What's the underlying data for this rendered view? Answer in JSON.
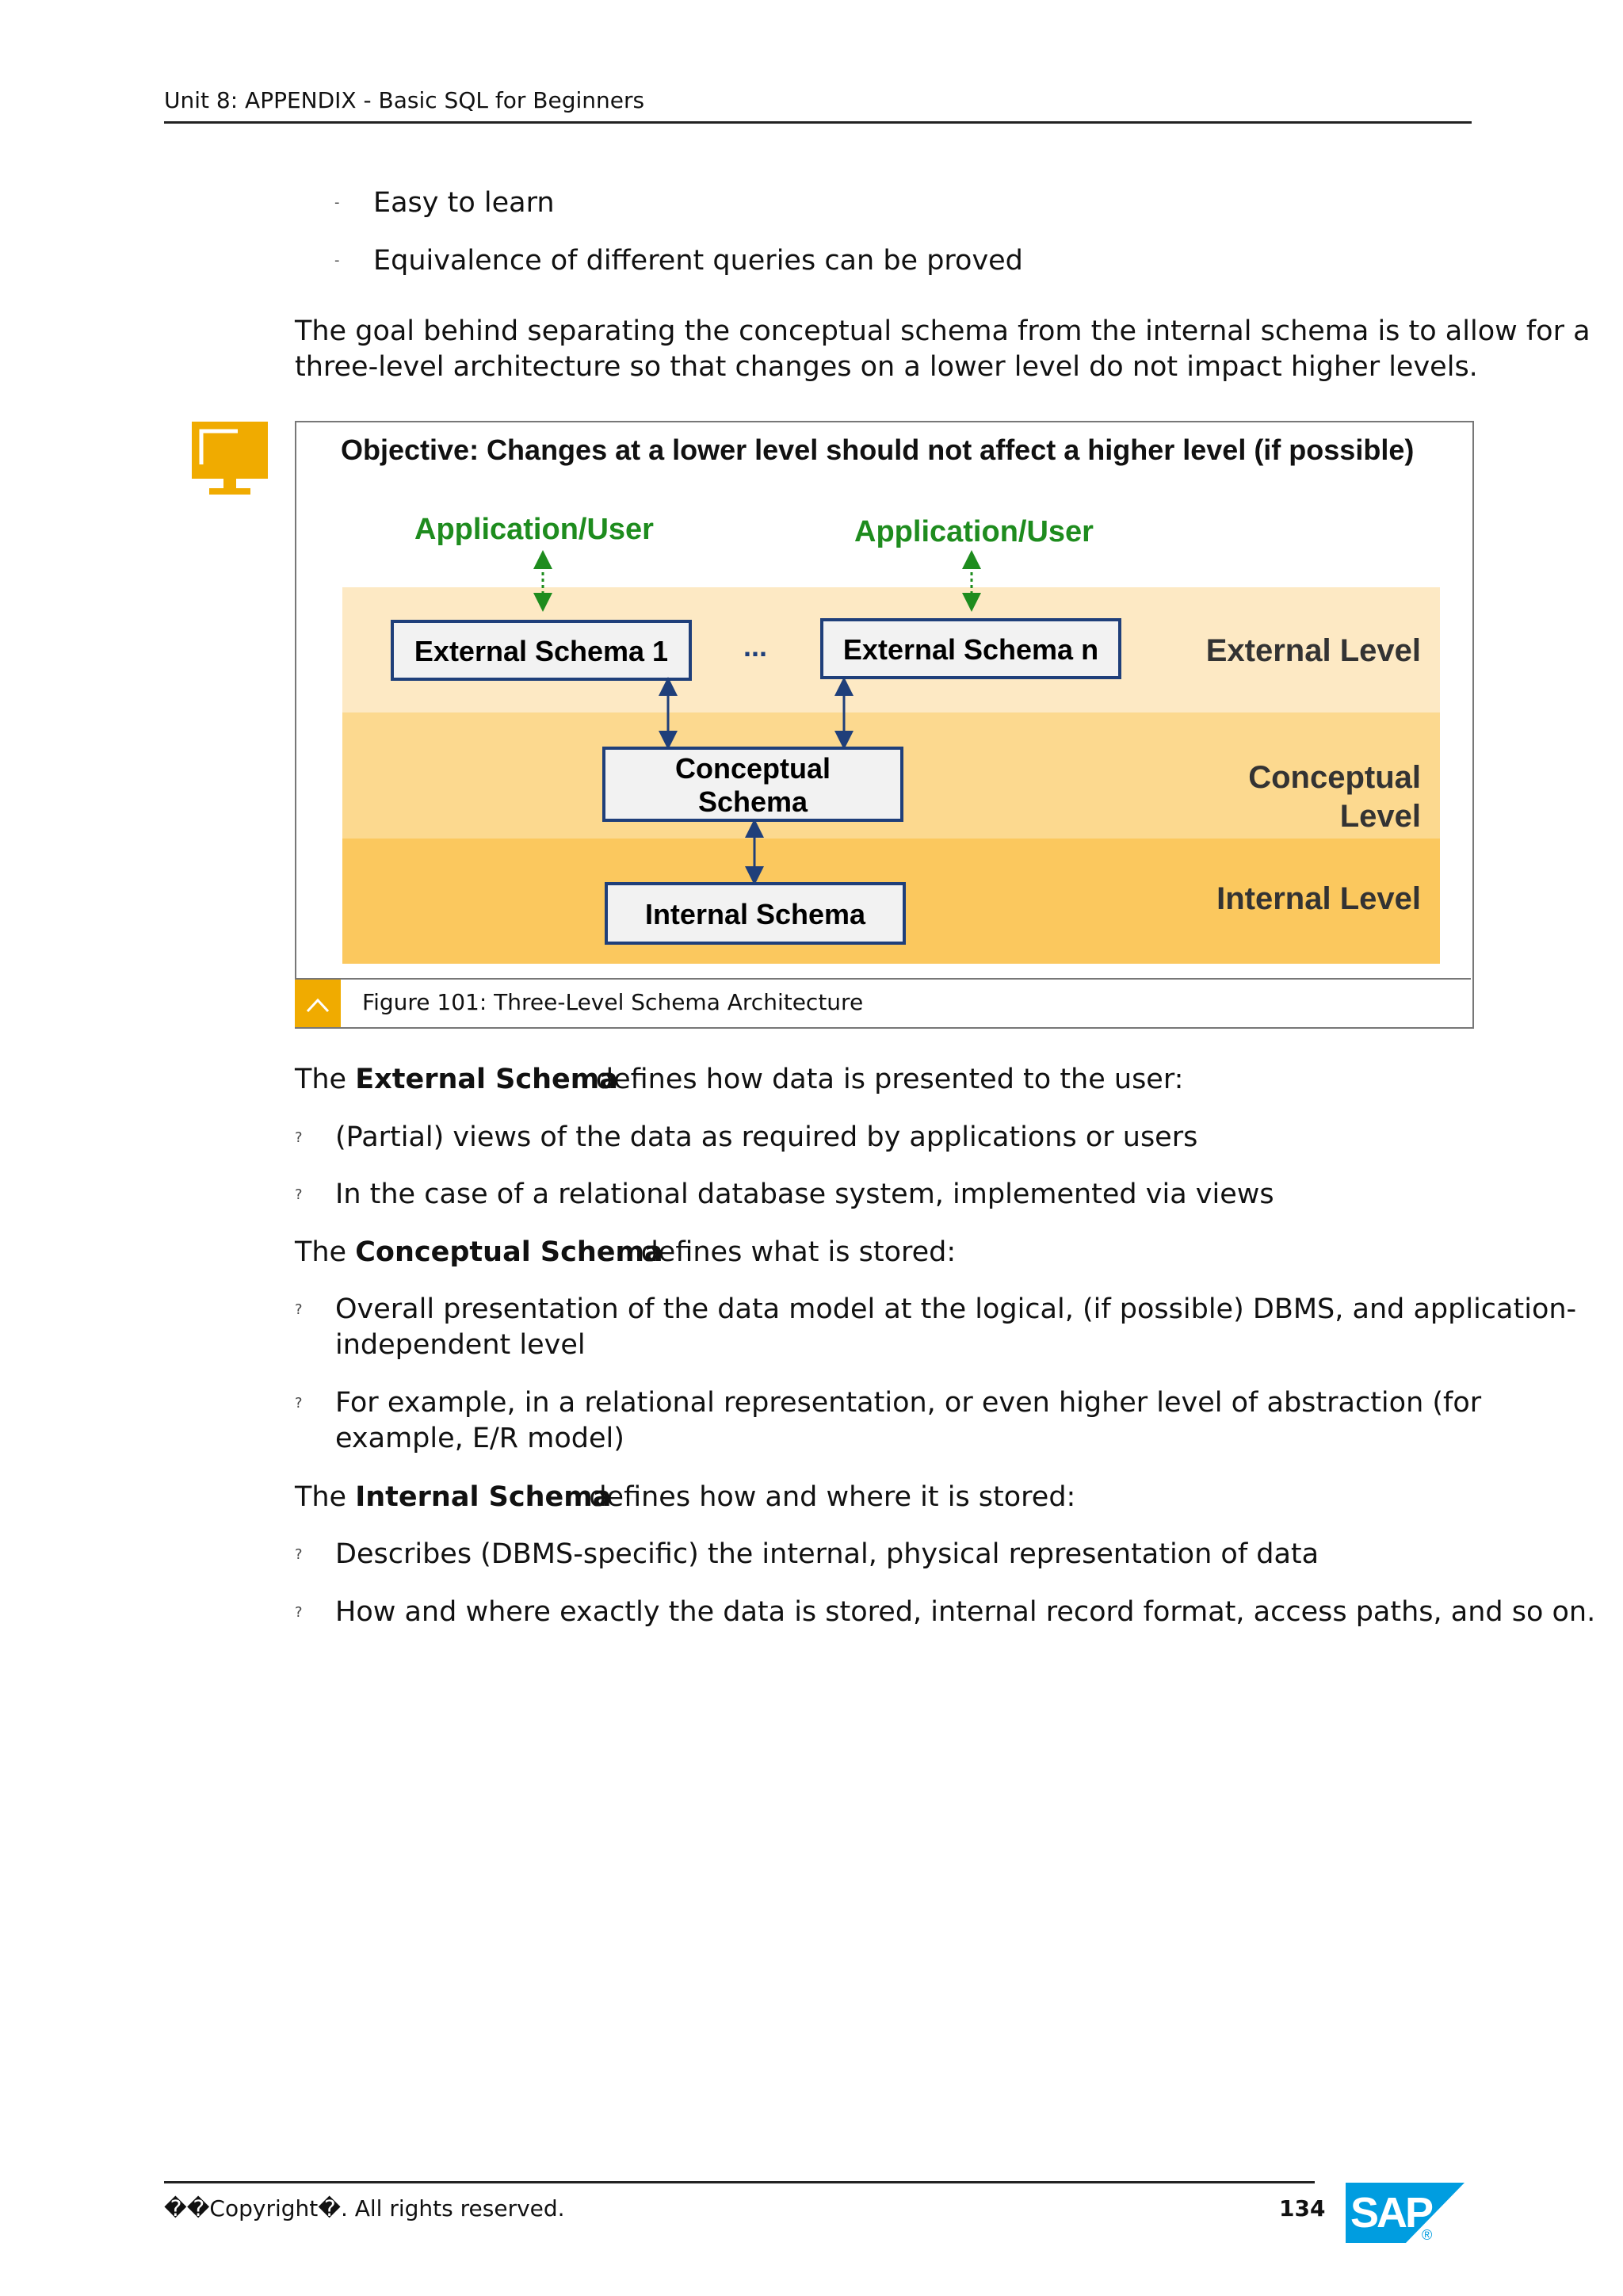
{
  "header": {
    "title": "Unit 8: APPENDIX - Basic SQL for Beginners"
  },
  "intro_bullets": [
    "Easy to learn",
    "Equivalence of different queries can be proved"
  ],
  "intro_bullet_marker": "-",
  "paragraph": [
    "The goal behind separating the conceptual schema from the internal schema is to allow for a",
    "three-level architecture so that changes on a lower level do not impact higher levels."
  ],
  "figure": {
    "icon": "monitor-icon",
    "objective": "Objective: Changes at a lower level should not affect a higher level (if possible)",
    "app_user_1": "Application/User",
    "app_user_2": "Application/User",
    "external_schema_1": "External Schema 1",
    "ellipsis": "...",
    "external_schema_n": "External Schema n",
    "conceptual_schema": [
      "Conceptual",
      "Schema"
    ],
    "internal_schema": "Internal Schema",
    "external_level": "External Level",
    "conceptual_level": [
      "Conceptual",
      "Level"
    ],
    "internal_level": "Internal Level",
    "caption": "Figure 101: Three-Level Schema Architecture",
    "colors": {
      "external_band": "#fde9c4",
      "conceptual_band": "#fcd98f",
      "internal_band": "#fbc85e",
      "green": "#1e8c1e",
      "blue": "#1f3f7a",
      "accent": "#f0ab00"
    }
  },
  "sections": [
    {
      "lead": "The ",
      "bold": "External Schema",
      "rest": "defines how data is presented to the user:",
      "bullets": [
        [
          "(Partial) views of the data as required by applications or users"
        ],
        [
          "In the case of a relational database system, implemented via views"
        ]
      ]
    },
    {
      "lead": "The ",
      "bold": "Conceptual Schema",
      "rest": "defines what is stored:",
      "bullets": [
        [
          "Overall presentation of the data model at the logical, (if possible) DBMS, and application-",
          "independent level"
        ],
        [
          "For example, in a relational representation, or even higher level of abstraction (for",
          "example, E/R model)"
        ]
      ]
    },
    {
      "lead": "The ",
      "bold": "Internal Schema",
      "rest": "defines how and where it is stored:",
      "bullets": [
        [
          "Describes (DBMS-specific) the internal, physical representation of data"
        ],
        [
          "How and where exactly the data is stored, internal record format, access paths, and so on."
        ]
      ]
    }
  ],
  "section_bullet_marker": "?",
  "footer": {
    "copyright": "��Copyright�. All rights reserved.",
    "page_number": "134",
    "logo": "SAP",
    "logo_color": "#009de0"
  }
}
